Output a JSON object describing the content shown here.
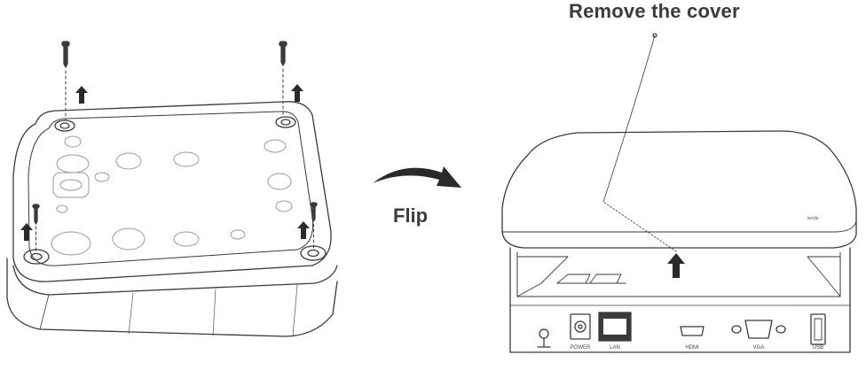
{
  "labels": {
    "remove_cover": "Remove the cover",
    "flip": "Flip"
  },
  "ports": {
    "power": "POWER",
    "lan": "LAN",
    "hdmi": "HDMI",
    "vga": "VGA",
    "usb": "USB"
  },
  "brand_mark": "tenda",
  "colors": {
    "line": "#3a3a3a",
    "arrow": "#2a2a2a",
    "text": "#3b3b3b"
  }
}
